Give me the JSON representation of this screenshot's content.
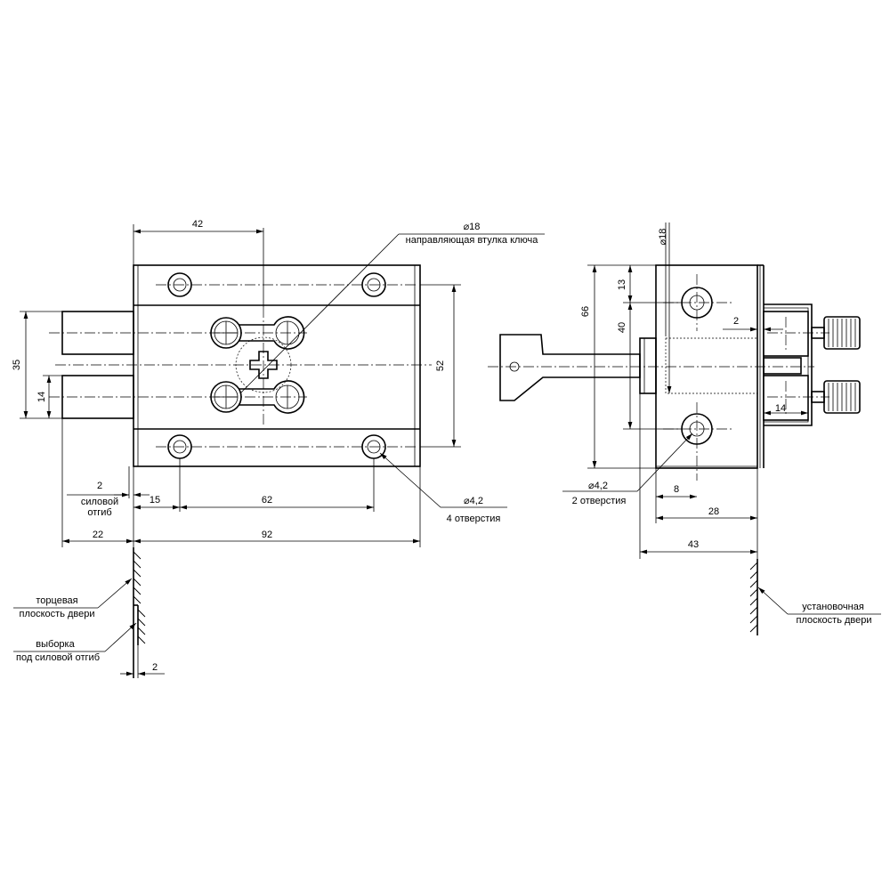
{
  "front_view": {
    "dim_42": "42",
    "dim_diam18": "⌀18",
    "key_bush_label": "направляющая втулка ключа",
    "dim_35": "35",
    "dim_14": "14",
    "dim_52": "52",
    "dim_2": "2",
    "power_bend_1": "силовой",
    "power_bend_2": "отгиб",
    "dim_15": "15",
    "dim_62": "62",
    "dim_diam42": "⌀4,2",
    "holes_4": "4 отверстия",
    "dim_22": "22",
    "dim_92": "92",
    "door_end_1": "торцевая",
    "door_end_2": "плоскость двери",
    "recess_1": "выборка",
    "recess_2": "под силовой отгиб",
    "dim_2b": "2"
  },
  "side_view": {
    "dim_diam18": "⌀18",
    "dim_13": "13",
    "dim_66": "66",
    "dim_40": "40",
    "dim_2": "2",
    "dim_14": "14",
    "dim_diam42": "⌀4,2",
    "holes_2": "2 отверстия",
    "dim_8": "8",
    "dim_28": "28",
    "dim_43": "43",
    "mount_1": "установочная",
    "mount_2": "плоскость двери"
  }
}
